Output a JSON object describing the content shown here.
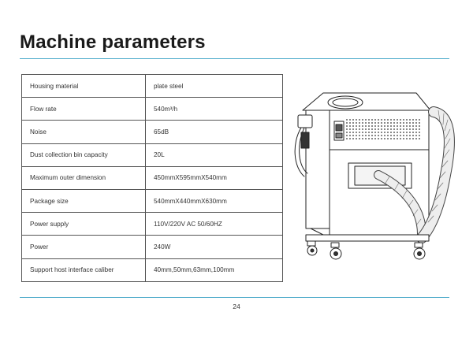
{
  "page": {
    "title": "Machine parameters",
    "page_number": "24"
  },
  "parameters": [
    {
      "name": "Housing material",
      "value": "plate steel"
    },
    {
      "name": "Flow rate",
      "value": "540m³/h"
    },
    {
      "name": "Noise",
      "value": "65dB"
    },
    {
      "name": "Dust collection bin capacity",
      "value": "20L"
    },
    {
      "name": "Maximum outer dimension",
      "value": "450mmX595mmX540mm"
    },
    {
      "name": "Package size",
      "value": "540mmX440mmX630mm"
    },
    {
      "name": "Power supply",
      "value": "110V/220V AC  50/60HZ"
    },
    {
      "name": "Power",
      "value": "240W"
    },
    {
      "name": "Support host interface caliber",
      "value": "40mm,50mm,63mm,100mm"
    }
  ],
  "colors": {
    "accent_rule": "#4aa9c9",
    "text": "#1a1a1a"
  }
}
